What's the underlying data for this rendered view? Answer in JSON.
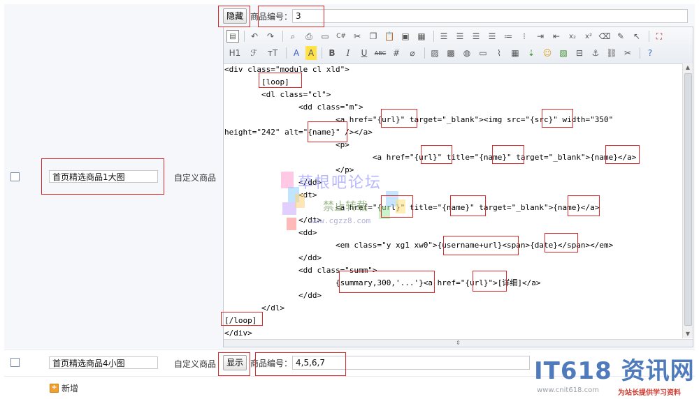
{
  "row1": {
    "name_value": "首页精选商品1大图",
    "type_label": "自定义商品",
    "toggle_button": "隐藏",
    "goods_id_label": "商品编号：",
    "goods_id_value": "3"
  },
  "editor": {
    "toolbar_row2_labels": {
      "heading": "H1",
      "font": "ℱ",
      "size": "тT"
    },
    "code_lines": [
      "<div class=\"module cl xld\">",
      "        [loop]",
      "        <dl class=\"cl\">",
      "                <dd class=\"m\">",
      "                        <a href=\"{url}\" target=\"_blank\"><img src=\"{src}\" width=\"350\"",
      "height=\"242\" alt=\"{name}\" /></a>",
      "                        <p>",
      "                                <a href=\"{url}\" title=\"{name}\" target=\"_blank\">{name}</a>",
      "                        </p>",
      "                </dd>",
      "                <dt>",
      "                        <a href=\"{url}\" title=\"{name}\" target=\"_blank\">{name}</a>",
      "                </dt>",
      "                <dd>",
      "                        <em class=\"y xg1 xw0\">{username+url}<span>{date}</span></em>",
      "                </dd>",
      "                <dd class=\"summ\">",
      "                        {summary,300,'...'}<a href=\"{url}\">[详细]</a>",
      "                </dd>",
      "        </dl>",
      "[/loop]",
      "</div>"
    ]
  },
  "row2": {
    "name_value": "首页精选商品4小图",
    "type_label": "自定义商品",
    "toggle_button": "显示",
    "goods_id_label": "商品编号：",
    "goods_id_value": "4,5,6,7"
  },
  "add_link": "新增",
  "watermark": {
    "line1": "草根吧论坛",
    "line2": "禁止转载",
    "line3": "www.cgzz8.com"
  },
  "logo": {
    "main": "IT618 资讯网",
    "url": "www.cnit618.com",
    "slogan": "为站长提供学习资料"
  },
  "colors": {
    "annotation_red": "#d9292b",
    "row_bg": "#f5f7fb",
    "logo_blue": "#4f7bbd"
  }
}
